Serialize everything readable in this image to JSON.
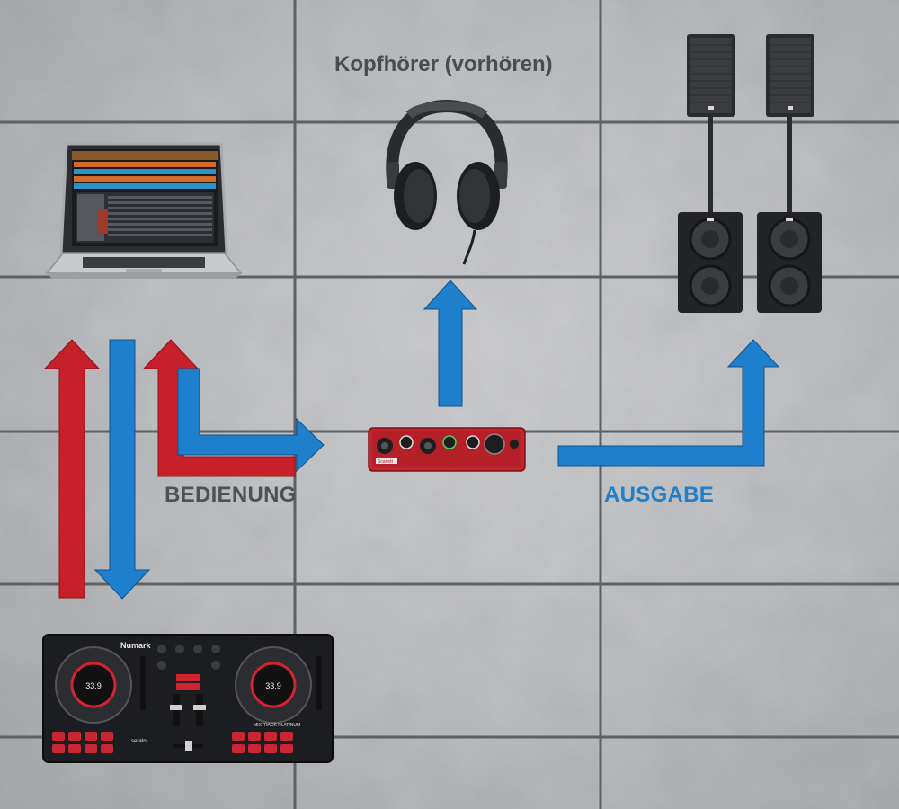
{
  "labels": {
    "headphones": "Kopfhörer (vorhören)",
    "control": "BEDIENUNG",
    "output": "AUSGABE"
  },
  "devices": {
    "interface_brand": "Scarlett",
    "controller_brand": "Numark",
    "controller_model": "MIXTRACK PLATINUM",
    "controller_software": "serato",
    "jog_display_left": "33.9",
    "jog_display_right": "33.9"
  },
  "colors": {
    "red_arrow": "#c8202b",
    "blue_arrow": "#1e80cc",
    "label_gray": "#4f5154",
    "label_blue": "#1f7fc9",
    "interface_red": "#c3242c"
  }
}
